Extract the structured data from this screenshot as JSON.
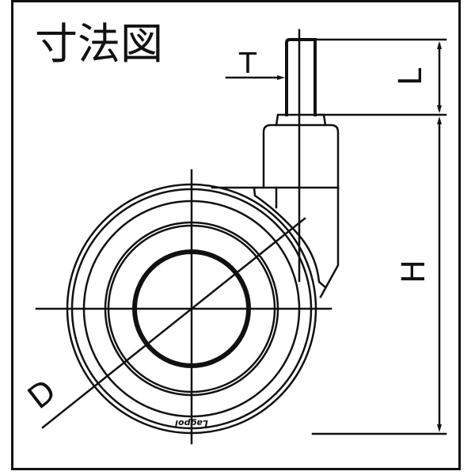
{
  "title": "寸法図",
  "labels": {
    "T": "T",
    "L": "L",
    "H": "H",
    "D": "D"
  },
  "wheel_marking": "Lagpol",
  "colors": {
    "line": "#111111",
    "background": "#ffffff"
  }
}
